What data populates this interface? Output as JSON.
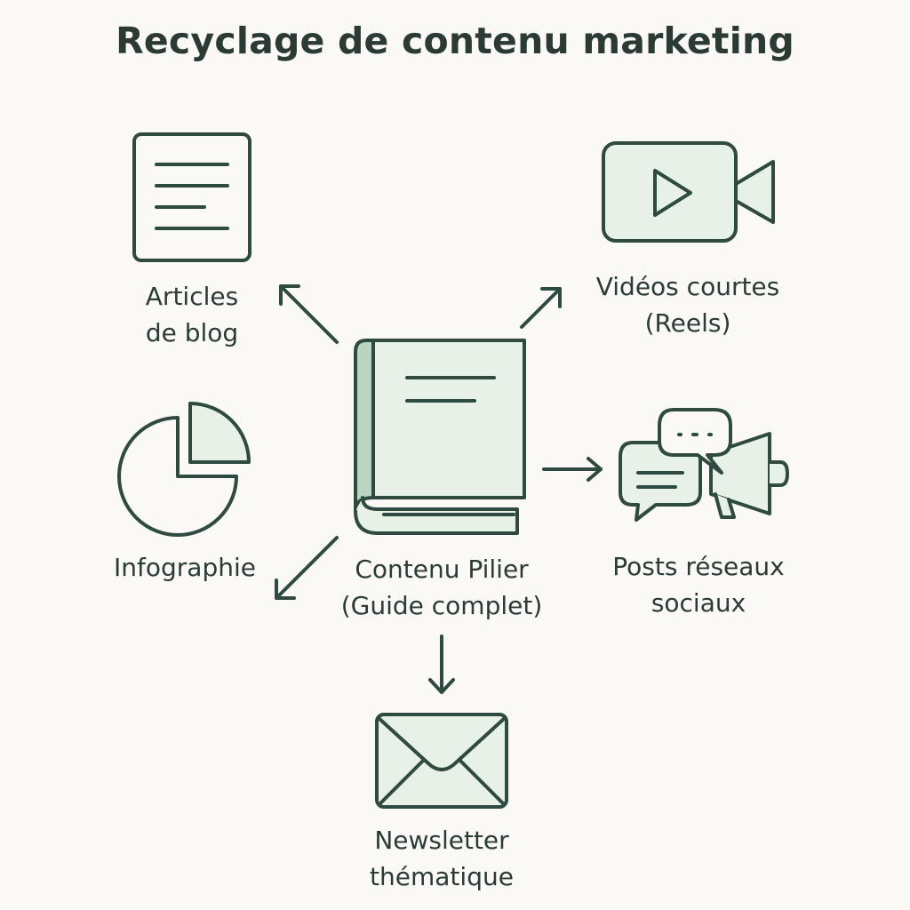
{
  "title": "Recyclage de contenu marketing",
  "colors": {
    "background": "#faf9f6",
    "stroke": "#2f4a40",
    "fill_light": "#e8f1e8",
    "fill_mid": "#b9d4c0"
  },
  "center": {
    "icon": "book-icon",
    "line1": "Contenu Pilier",
    "line2": "(Guide complet)"
  },
  "outputs": {
    "blog": {
      "icon": "document-icon",
      "line1": "Articles",
      "line2": "de blog"
    },
    "video": {
      "icon": "video-camera-icon",
      "line1": "Vidéos courtes",
      "line2": "(Reels)"
    },
    "infographic": {
      "icon": "pie-chart-icon",
      "line1": "Infographie"
    },
    "social": {
      "icon": "megaphone-chat-icon",
      "line1": "Posts réseaux",
      "line2": "sociaux"
    },
    "newsletter": {
      "icon": "envelope-icon",
      "line1": "Newsletter",
      "line2": "thématique"
    }
  }
}
